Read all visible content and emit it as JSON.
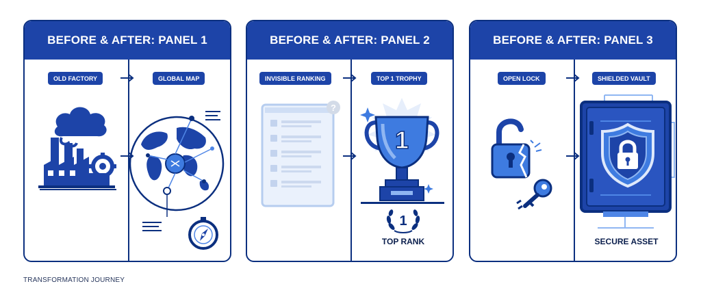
{
  "panels": [
    {
      "title": "BEFORE & AFTER: PANEL 1",
      "before_label": "OLD FACTORY",
      "after_label": "GLOBAL MAP",
      "caption": ""
    },
    {
      "title": "BEFORE & AFTER: PANEL 2",
      "before_label": "INVISIBLE RANKING",
      "after_label": "TOP 1 TROPHY",
      "caption": "TOP RANK",
      "trophy_number": "1",
      "laurel_number": "1"
    },
    {
      "title": "BEFORE & AFTER: PANEL 3",
      "before_label": "OPEN LOCK",
      "after_label": "SHIELDED VAULT",
      "caption": "SECURE ASSET"
    }
  ],
  "footer": "TRANSFORMATION JOURNEY",
  "colors": {
    "header_blue": "#1d44a8",
    "navy": "#0b2f7f",
    "light_blue": "#4f86e6"
  },
  "icons": [
    "factory-icon",
    "globe-map-icon",
    "compass-icon",
    "ranking-list-icon",
    "trophy-icon",
    "laurel-icon",
    "open-lock-icon",
    "key-icon",
    "vault-icon",
    "shield-lock-icon"
  ]
}
